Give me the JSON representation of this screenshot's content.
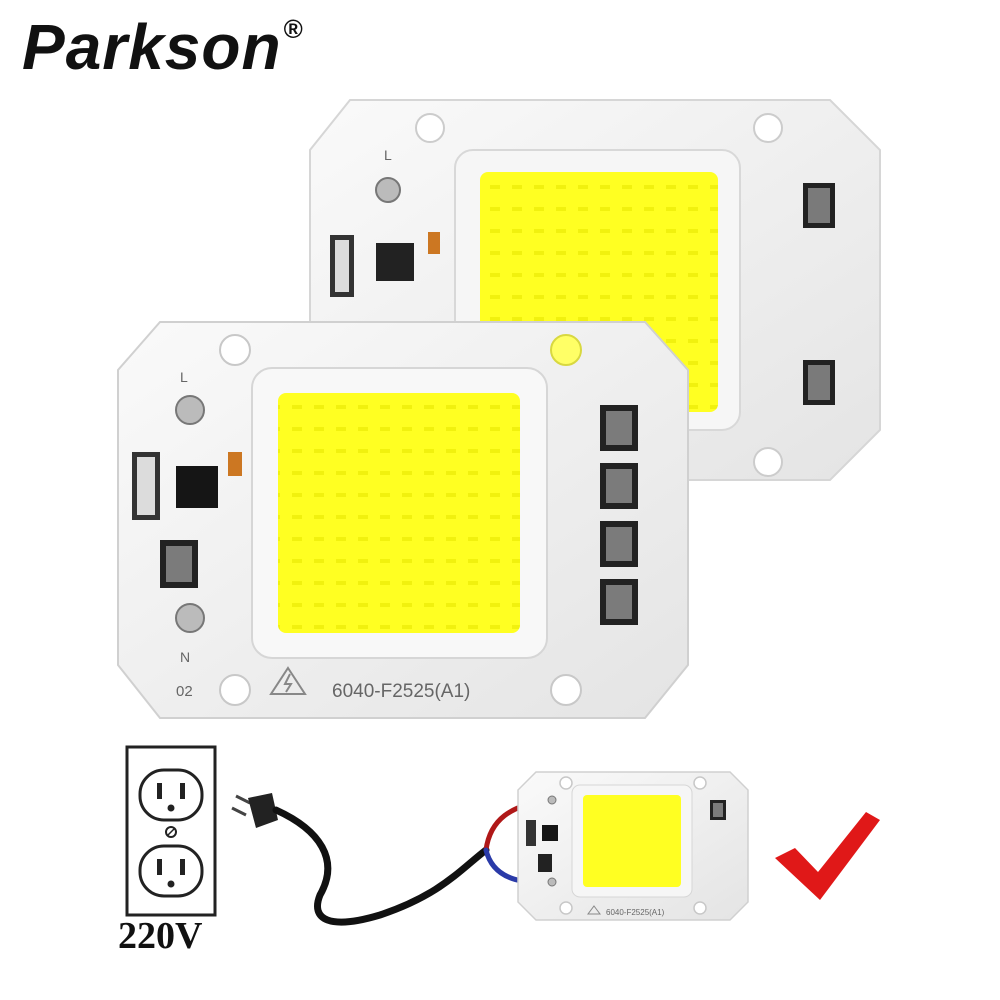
{
  "brand": {
    "name": "Parkson",
    "registered": "®"
  },
  "module": {
    "model": "6040-F2525(A1)",
    "pin_l": "L",
    "pin_n": "N",
    "board_code": "02"
  },
  "outlet": {
    "voltage": "220V"
  },
  "colors": {
    "led_yellow": "#ffff22",
    "board_white": "#f3f3f3",
    "check_red": "#e01818",
    "wire_red": "#b01818",
    "wire_blue": "#2a3aa8"
  },
  "icons": {
    "warning": "high-voltage-warning-icon",
    "check": "checkmark-icon",
    "plug": "power-plug-icon"
  }
}
